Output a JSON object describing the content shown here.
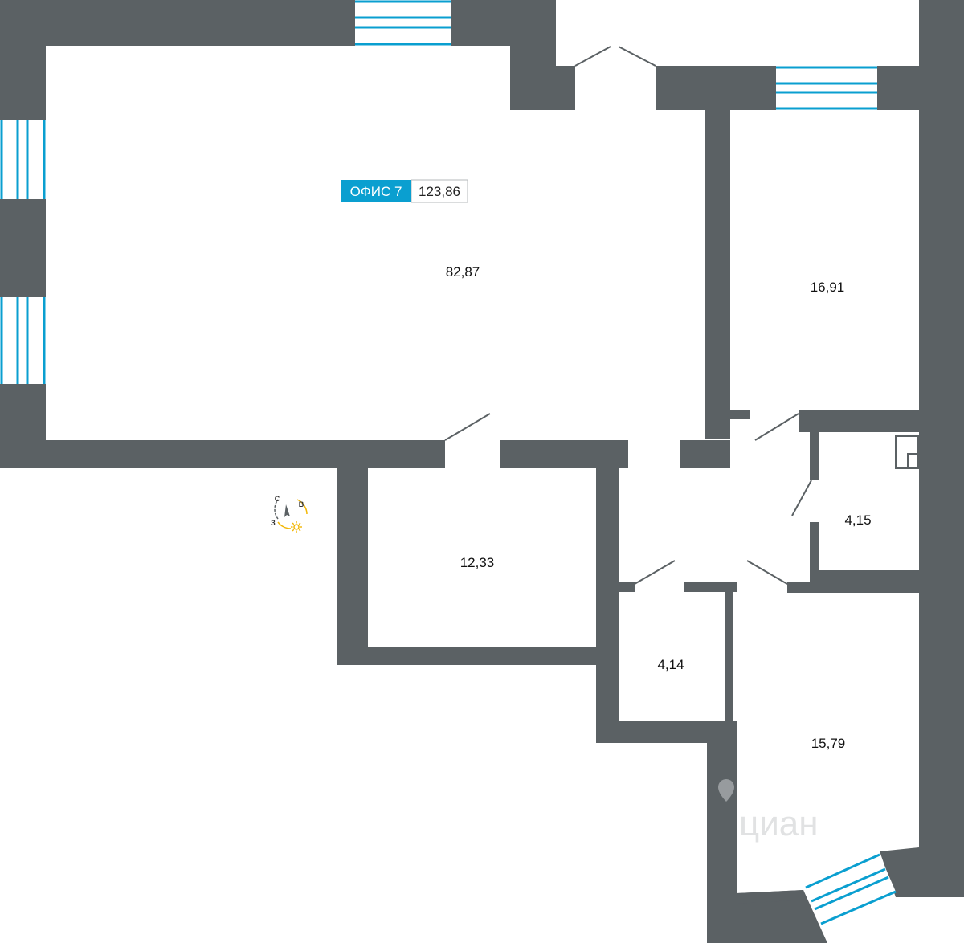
{
  "office": {
    "name": "ОФИС 7",
    "total_area": "123,86",
    "tag_color": "#0a9fd0"
  },
  "rooms": [
    {
      "id": "main-hall",
      "area": "82,87"
    },
    {
      "id": "right-room",
      "area": "16,91"
    },
    {
      "id": "small-room-left",
      "area": "12,33"
    },
    {
      "id": "wc-top",
      "area": "4,15"
    },
    {
      "id": "wc-bottom",
      "area": "4,14"
    },
    {
      "id": "room-bottom-right",
      "area": "15,79"
    }
  ],
  "compass": {
    "north": "С",
    "east": "В",
    "west": "З",
    "sun_icon": "sun-icon"
  },
  "watermark": {
    "text": "циан",
    "icon": "map-pin-icon"
  },
  "colors": {
    "wall": "#5b6164",
    "window": "#0a9fd0"
  }
}
